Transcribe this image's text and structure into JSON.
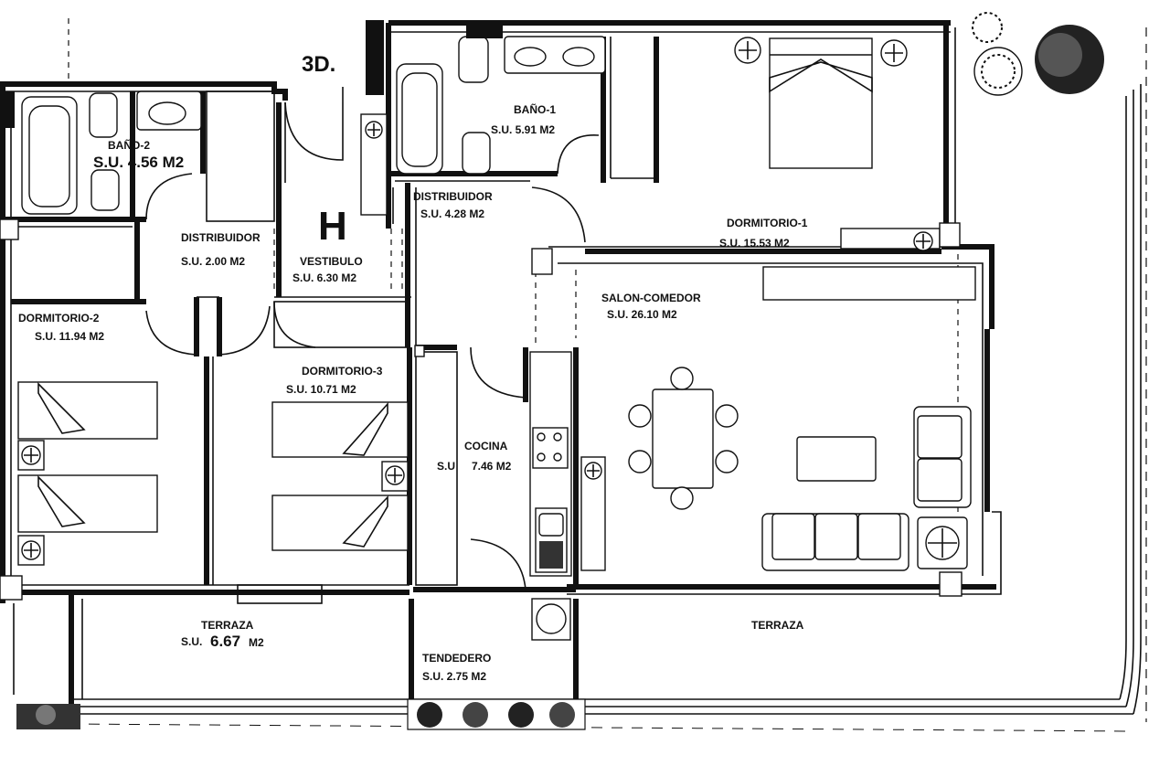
{
  "plan": {
    "unit_label": "3D.",
    "letter": "H",
    "rooms": {
      "bano2": {
        "name": "BAÑO-2",
        "area": "S.U. 4.56 M2"
      },
      "bano1": {
        "name": "BAÑO-1",
        "area": "S.U. 5.91 M2"
      },
      "distribuidor_right": {
        "name": "DISTRIBUIDOR",
        "area": "S.U. 4.28 M2"
      },
      "distribuidor_left": {
        "name": "DISTRIBUIDOR",
        "area": "S.U. 2.00 M2"
      },
      "vestibulo": {
        "name": "VESTIBULO",
        "area": "S.U. 6.30 M2"
      },
      "dormitorio1": {
        "name": "DORMITORIO-1",
        "area": "S.U. 15.53 M2"
      },
      "dormitorio2": {
        "name": "DORMITORIO-2",
        "area": "S.U. 11.94 M2"
      },
      "dormitorio3": {
        "name": "DORMITORIO-3",
        "area": "S.U. 10.71 M2"
      },
      "salon": {
        "name": "SALON-COMEDOR",
        "area": "S.U. 26.10 M2"
      },
      "cocina": {
        "name": "COCINA",
        "area_prefix": "S.U",
        "area": "7.46 M2"
      },
      "terraza_left": {
        "name": "TERRAZA",
        "area_prefix": "S.U.",
        "area_big": "6.67",
        "area_unit": "M2"
      },
      "terraza_right": {
        "name": "TERRAZA"
      },
      "tendedero": {
        "name": "TENDEDERO",
        "area": "S.U. 2.75 M2"
      }
    }
  }
}
